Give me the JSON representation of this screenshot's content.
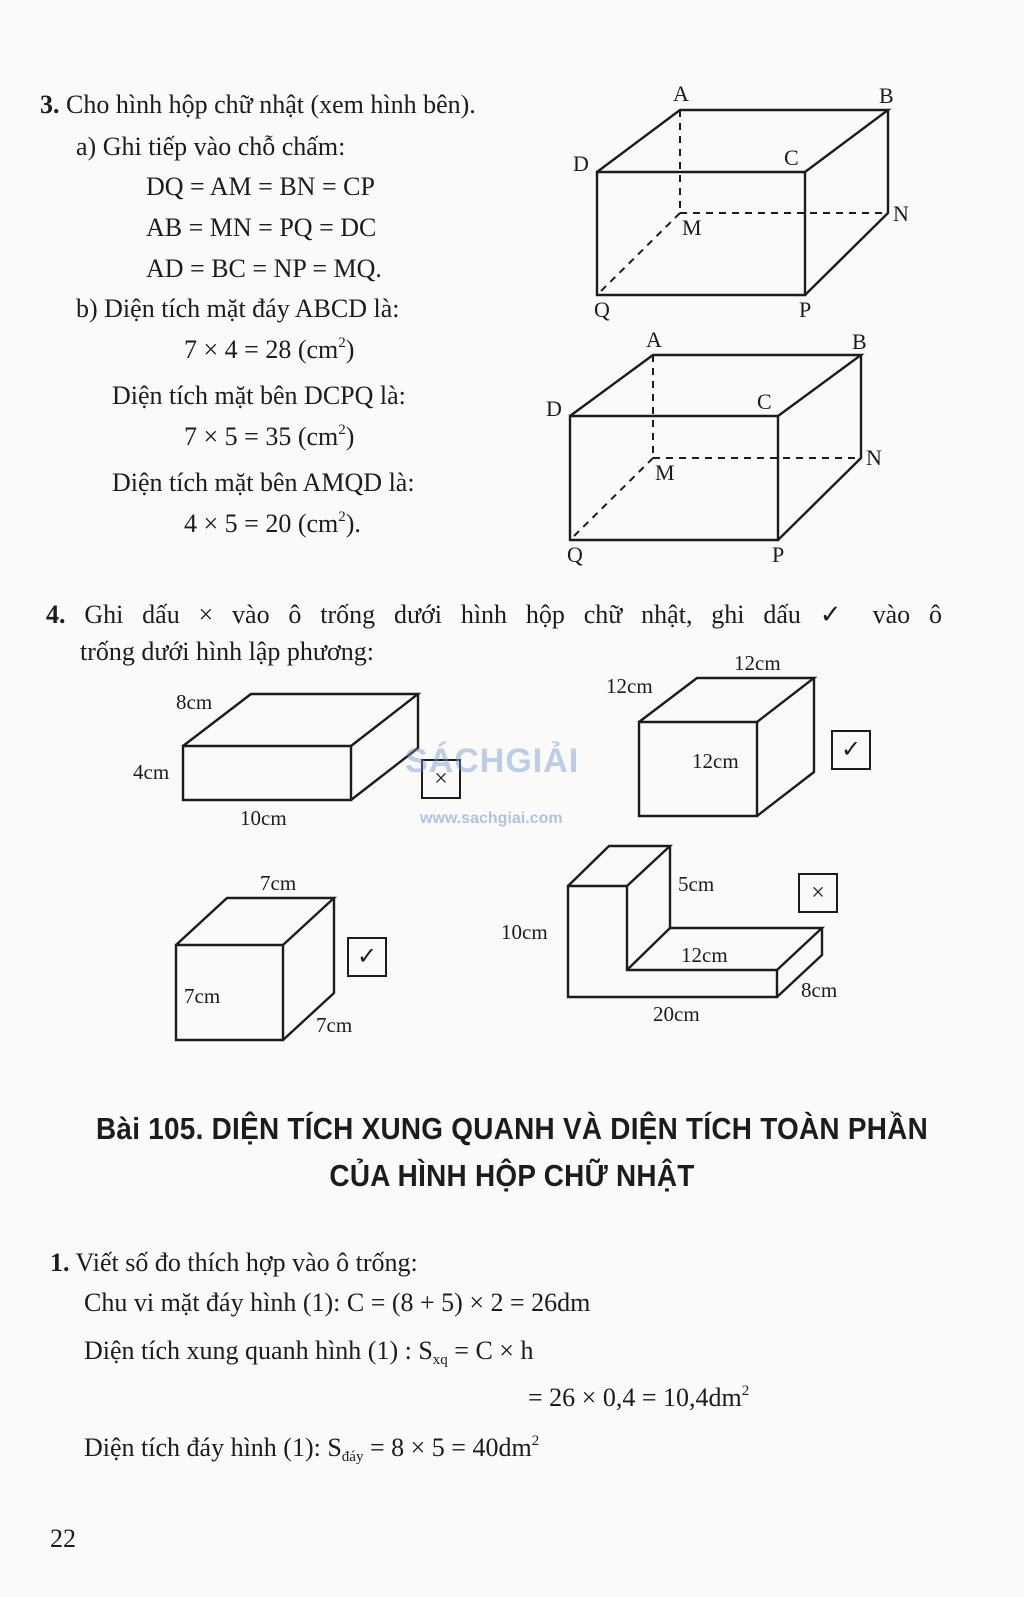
{
  "ex3": {
    "number": "3.",
    "intro": "Cho hình hộp chữ nhật (xem hình bên).",
    "a_label": "a) Ghi tiếp vào chỗ chấm:",
    "eq1": "DQ = AM = BN = CP",
    "eq2": "AB = MN = PQ = DC",
    "eq3": "AD = BC = NP = MQ.",
    "b_label": "b) Diện tích mặt đáy ABCD là:",
    "b1": "7 × 4  = 28 (cm",
    "b2_label": "Diện tích mặt bên DCPQ là:",
    "b2": "7 × 5  = 35 (cm",
    "b3_label": "Diện tích mặt bên AMQD là:",
    "b3": "4 × 5  = 20 (cm",
    "sq": "2",
    "close": ")",
    "close_dot": ").",
    "vertices": {
      "A": "A",
      "B": "B",
      "C": "C",
      "D": "D",
      "M": "M",
      "N": "N",
      "P": "P",
      "Q": "Q"
    }
  },
  "ex4": {
    "number": "4.",
    "line1": "Ghi dấu × vào ô trống dưới hình hộp chữ nhật, ghi dấu ✓ vào ô",
    "line2": "trống dưới hình lập phương:",
    "fig1": {
      "d1": "8cm",
      "d2": "4cm",
      "d3": "10cm",
      "mark": "×"
    },
    "fig2": {
      "d1": "12cm",
      "d2": "12cm",
      "d3": "12cm",
      "mark": "✓"
    },
    "fig3": {
      "d1": "7cm",
      "d2": "7cm",
      "d3": "7cm",
      "mark": "✓"
    },
    "fig4": {
      "d1": "5cm",
      "d2": "10cm",
      "d3": "12cm",
      "d4": "8cm",
      "d5": "20cm",
      "mark": "×"
    }
  },
  "watermark": {
    "brand": "SÁCHGIẢI",
    "url": "www.sachgiai.com"
  },
  "lesson": {
    "title1": "Bài 105. DIỆN TÍCH XUNG QUANH VÀ DIỆN TÍCH TOÀN PHẦN",
    "title2": "CỦA HÌNH HỘP CHỮ NHẬT"
  },
  "ex1": {
    "number": "1.",
    "intro": "Viết số đo thích hợp vào ô trống:",
    "l1": "Chu vi mặt đáy hình (1): C = (8 + 5) × 2  = 26dm",
    "l2a": "Diện tích xung quanh hình (1) : S",
    "l2sub": "xq",
    "l2b": " =  C × h",
    "l3": "= 26  × 0,4  = 10,4dm",
    "l4a": "Diện tích đáy hình (1): S",
    "l4sub": "đáy",
    "l4b": " = 8  × 5  = 40dm",
    "sq": "2"
  },
  "page_number": "22"
}
